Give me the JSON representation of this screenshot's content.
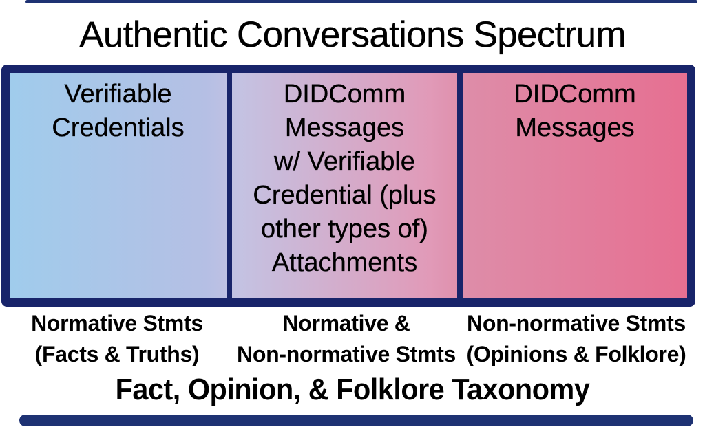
{
  "title": "Authentic Conversations Spectrum",
  "cells": [
    {
      "name": "Verifiable Credentials",
      "text": "Verifiable\nCredentials"
    },
    {
      "name": "DIDComm Messages w/ Verifiable Credential",
      "text": "DIDComm\nMessages\nw/ Verifiable\nCredential (plus\nother types of)\nAttachments"
    },
    {
      "name": "DIDComm Messages",
      "text": "DIDComm\nMessages"
    }
  ],
  "labels": [
    {
      "text": "Normative Stmts\n(Facts & Truths)"
    },
    {
      "text": "Normative &\nNon-normative Stmts"
    },
    {
      "text": "Non-normative Stmts\n(Opinions & Folklore)"
    }
  ],
  "bottom_title": "Fact, Opinion, & Folklore Taxonomy",
  "colors": {
    "navy_border": "#18246a",
    "navy_rule": "#1e3273",
    "text": "#000000",
    "gradient_stops": [
      "#a0ccec 0%",
      "#b5bfe4 29%",
      "#c4c2e2 34%",
      "#e19ab8 62%",
      "#de8ca8 68%",
      "#e66f91 100%"
    ]
  }
}
